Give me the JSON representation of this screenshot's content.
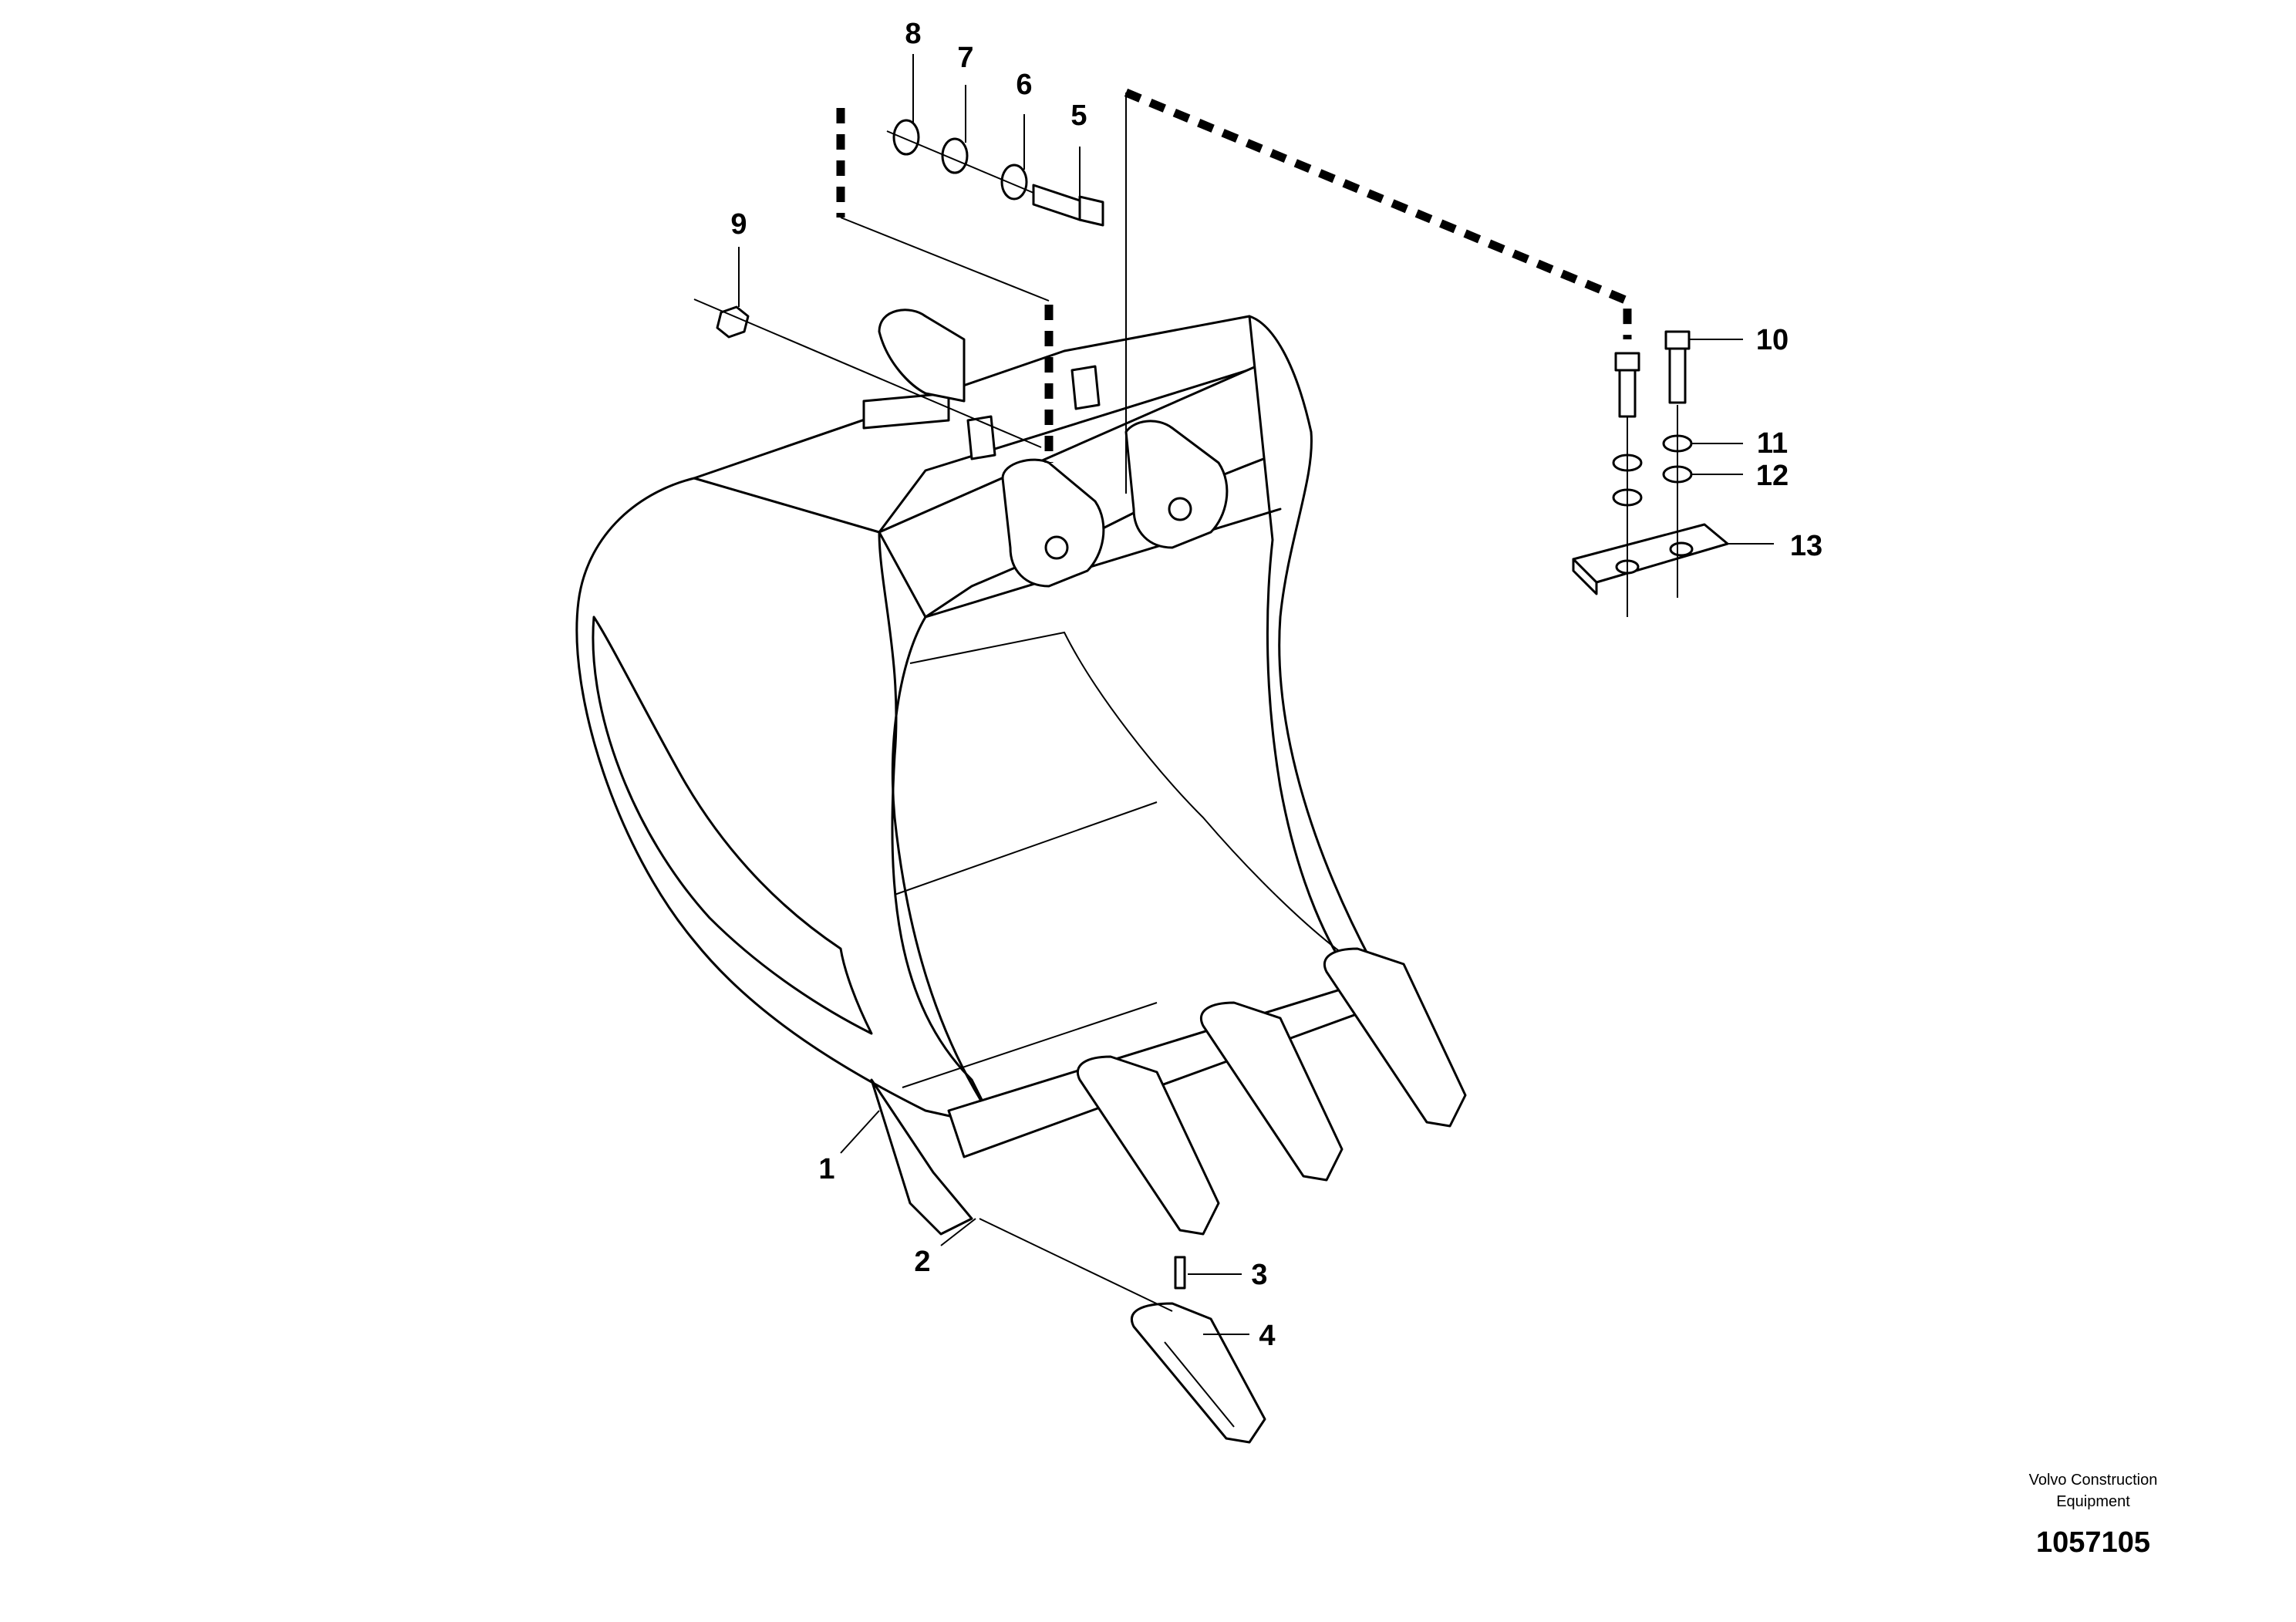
{
  "callouts": [
    {
      "id": "1",
      "label": "1"
    },
    {
      "id": "2",
      "label": "2"
    },
    {
      "id": "3",
      "label": "3"
    },
    {
      "id": "4",
      "label": "4"
    },
    {
      "id": "5",
      "label": "5"
    },
    {
      "id": "6",
      "label": "6"
    },
    {
      "id": "7",
      "label": "7"
    },
    {
      "id": "8",
      "label": "8"
    },
    {
      "id": "9",
      "label": "9"
    },
    {
      "id": "10",
      "label": "10"
    },
    {
      "id": "11",
      "label": "11"
    },
    {
      "id": "12",
      "label": "12"
    },
    {
      "id": "13",
      "label": "13"
    }
  ],
  "footer": {
    "company_line1": "Volvo Construction",
    "company_line2": "Equipment",
    "drawing_number": "1057105"
  }
}
